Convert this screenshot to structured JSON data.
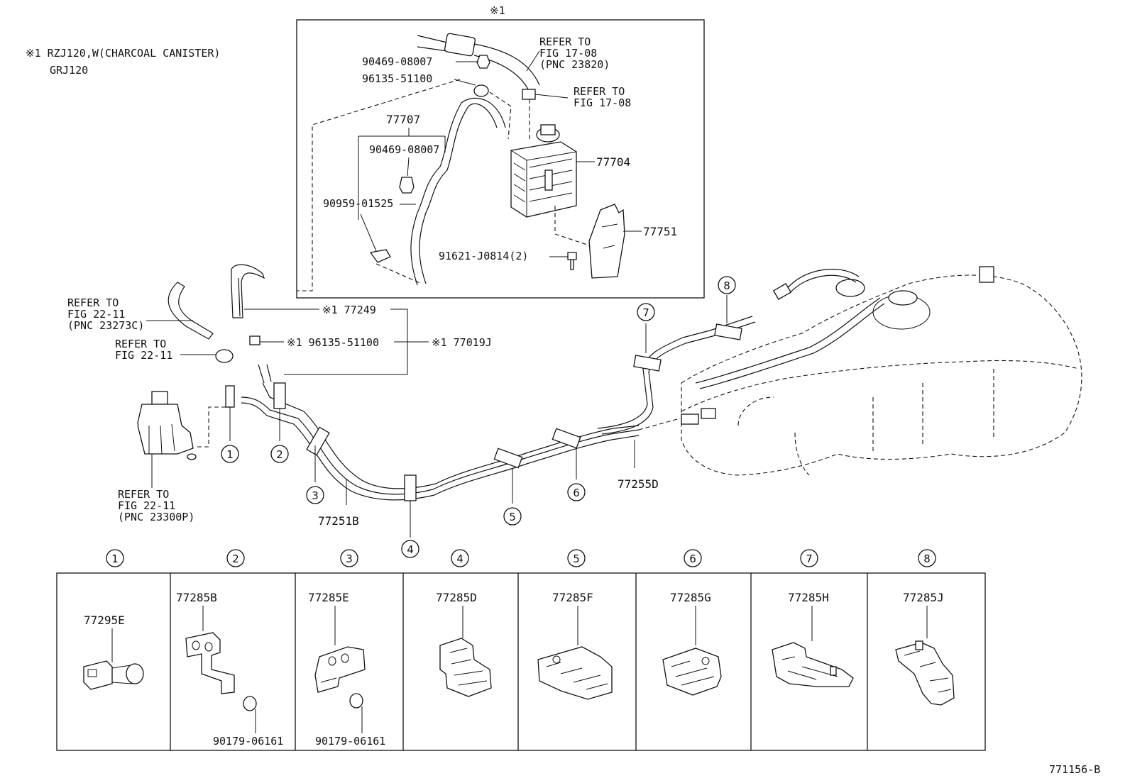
{
  "note": {
    "line1": "※1 RZJ120,W(CHARCOAL CANISTER)",
    "line2": "GRJ120"
  },
  "inset_mark": "※1",
  "refs": {
    "r1": [
      "REFER TO",
      "FIG 17-08",
      "(PNC 23820)"
    ],
    "r2": [
      "REFER TO",
      "FIG 17-08"
    ],
    "r3": [
      "REFER TO",
      "FIG 22-11",
      "(PNC 23273C)"
    ],
    "r4": [
      "REFER TO",
      "FIG 22-11"
    ],
    "r5": [
      "REFER TO",
      "FIG 22-11",
      "(PNC 23300P)"
    ]
  },
  "labels": {
    "p90469a": "90469-08007",
    "p96135a": "96135-51100",
    "p77707": "77707",
    "p90469b": "90469-08007",
    "p77704": "77704",
    "p90959": "90959-01525",
    "p77751": "77751",
    "p91621": "91621-J0814(2)",
    "p77249": "※1 77249",
    "p96135b": "※1 96135-51100",
    "p77019J": "※1 77019J",
    "p77251B": "77251B",
    "p77255D": "77255D",
    "fig": "771156-B"
  },
  "callouts": [
    "①",
    "②",
    "③",
    "④",
    "⑤",
    "⑥",
    "⑦",
    "⑧"
  ],
  "table": [
    {
      "col": "①",
      "part": "77295E",
      "extra": ""
    },
    {
      "col": "②",
      "part": "77285B",
      "extra": "90179-06161"
    },
    {
      "col": "③",
      "part": "77285E",
      "extra": "90179-06161"
    },
    {
      "col": "④",
      "part": "77285D",
      "extra": ""
    },
    {
      "col": "⑤",
      "part": "77285F",
      "extra": ""
    },
    {
      "col": "⑥",
      "part": "77285G",
      "extra": ""
    },
    {
      "col": "⑦",
      "part": "77285H",
      "extra": ""
    },
    {
      "col": "⑧",
      "part": "77285J",
      "extra": ""
    }
  ]
}
